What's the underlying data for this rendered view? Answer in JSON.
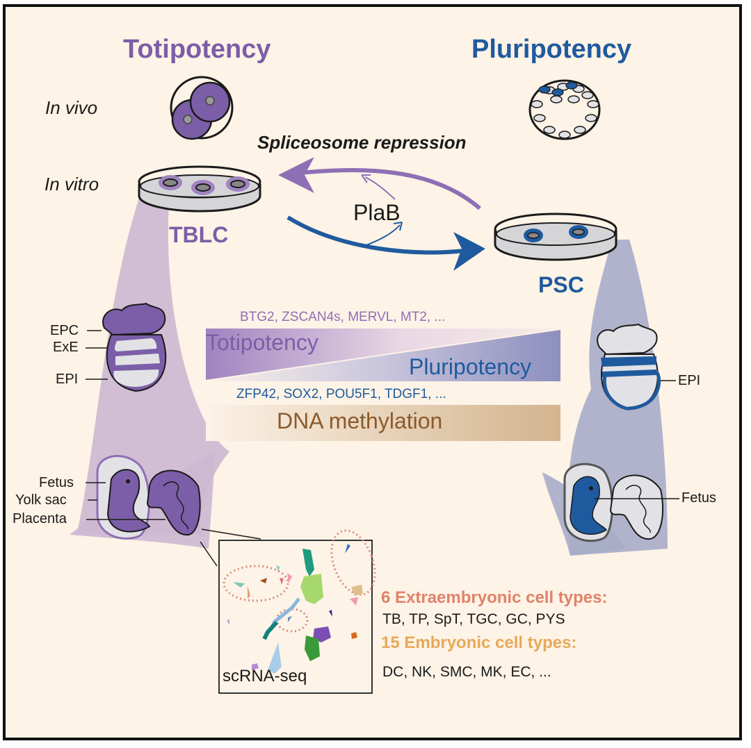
{
  "colors": {
    "background": "#fdf3e6",
    "totipotency": "#7b5ea7",
    "pluripotency": "#1f5a9e",
    "methylation": "#8b5a2b",
    "extraembryonic": "#e0826a",
    "embryonic": "#e8a85a"
  },
  "headers": {
    "totipotency": "Totipotency",
    "pluripotency": "Pluripotency"
  },
  "rows": {
    "in_vivo": "In vivo",
    "in_vitro": "In vitro"
  },
  "center": {
    "spliceosome": "Spliceosome repression",
    "drug": "PlaB"
  },
  "cells": {
    "left": "TBLC",
    "right": "PSC"
  },
  "gradient": {
    "toti_genes": "BTG2, ZSCAN4s, MERVL, MT2, ...",
    "toti_label": "Totipotency",
    "pluri_label": "Pluripotency",
    "pluri_genes": "ZFP42, SOX2, POU5F1, TDGF1, ...",
    "methylation_label": "DNA methylation"
  },
  "left_embryo_labels": [
    "EPC",
    "ExE",
    "EPI"
  ],
  "left_fetus_labels": [
    "Fetus",
    "Yolk sac",
    "Placenta"
  ],
  "right_embryo_labels": [
    "EPI"
  ],
  "right_fetus_labels": [
    "Fetus"
  ],
  "scrna": {
    "label": "scRNA-seq"
  },
  "cell_types": {
    "extra_title": "6 Extraembryonic cell types:",
    "extra_list": "TB, TP, SpT, TGC, GC, PYS",
    "embryo_title": "15 Embryonic cell types:",
    "embryo_list": "DC, NK, SMC, MK, EC, ..."
  }
}
